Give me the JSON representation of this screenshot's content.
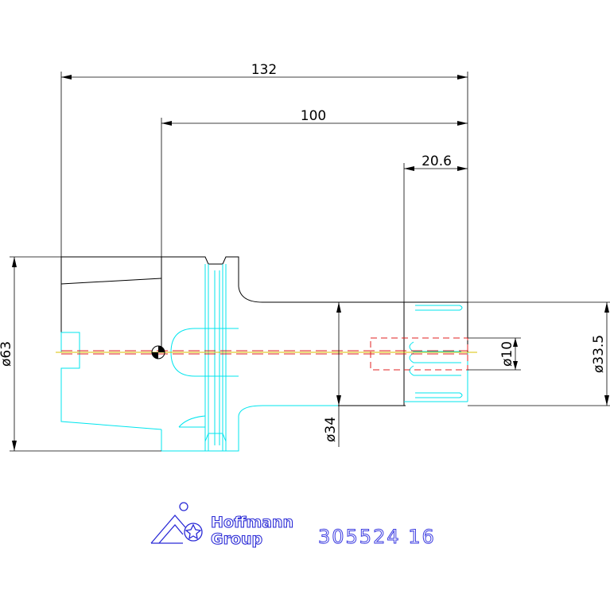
{
  "colors": {
    "outline": "#000000",
    "part": "#00e5ee",
    "hidden": "#e02020",
    "logo": "#2a2ad6",
    "centerline": "#d8c000"
  },
  "dimensions": {
    "overall_length": "132",
    "gauge_length": "100",
    "nose_length": "20.6",
    "flange_diameter": "ø63",
    "body_diameter": "ø34",
    "nose_diameter": "ø33.5",
    "bore_diameter": "ø10"
  },
  "logo": {
    "line1": "Hoffmann",
    "line2": "Group",
    "icon": "hoffmann-group-logo-icon"
  },
  "part_number": "305524 16"
}
